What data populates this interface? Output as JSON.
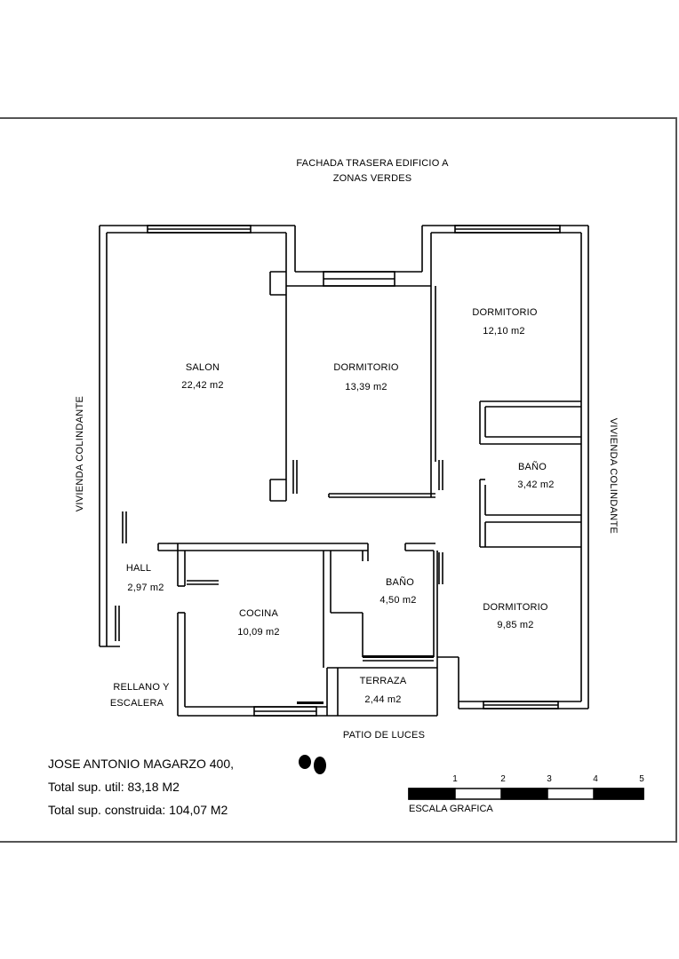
{
  "header": {
    "line1": "FACHADA TRASERA EDIFICIO A",
    "line2": "ZONAS VERDES"
  },
  "side_labels": {
    "left": "VIVIENDA COLINDANTE",
    "right": "VIVIENDA COLINDANTE"
  },
  "bottom_label": "PATIO DE LUCES",
  "landing_label": {
    "line1": "RELLANO Y",
    "line2": "ESCALERA"
  },
  "rooms": {
    "salon": {
      "name": "SALON",
      "area": "22,42 m2"
    },
    "dormitorio_centro": {
      "name": "DORMITORIO",
      "area": "13,39 m2"
    },
    "dormitorio_derecha": {
      "name": "DORMITORIO",
      "area": "12,10 m2"
    },
    "bano_derecha": {
      "name": "BAÑO",
      "area": "3,42 m2"
    },
    "hall": {
      "name": "HALL",
      "area": "2,97 m2"
    },
    "bano_centro": {
      "name": "BAÑO",
      "area": "4,50 m2"
    },
    "cocina": {
      "name": "COCINA",
      "area": "10,09 m2"
    },
    "dormitorio_abajo": {
      "name": "DORMITORIO",
      "area": "9,85 m2"
    },
    "terraza": {
      "name": "TERRAZA",
      "area": "2,44 m2"
    }
  },
  "info": {
    "owner": "JOSE ANTONIO MAGARZO 400,",
    "util": "Total sup. util: 83,18 M2",
    "construida": "Total sup. construida: 104,07 M2"
  },
  "scale": {
    "label": "ESCALA GRAFICA",
    "ticks": [
      "1",
      "2",
      "3",
      "4",
      "5"
    ]
  }
}
